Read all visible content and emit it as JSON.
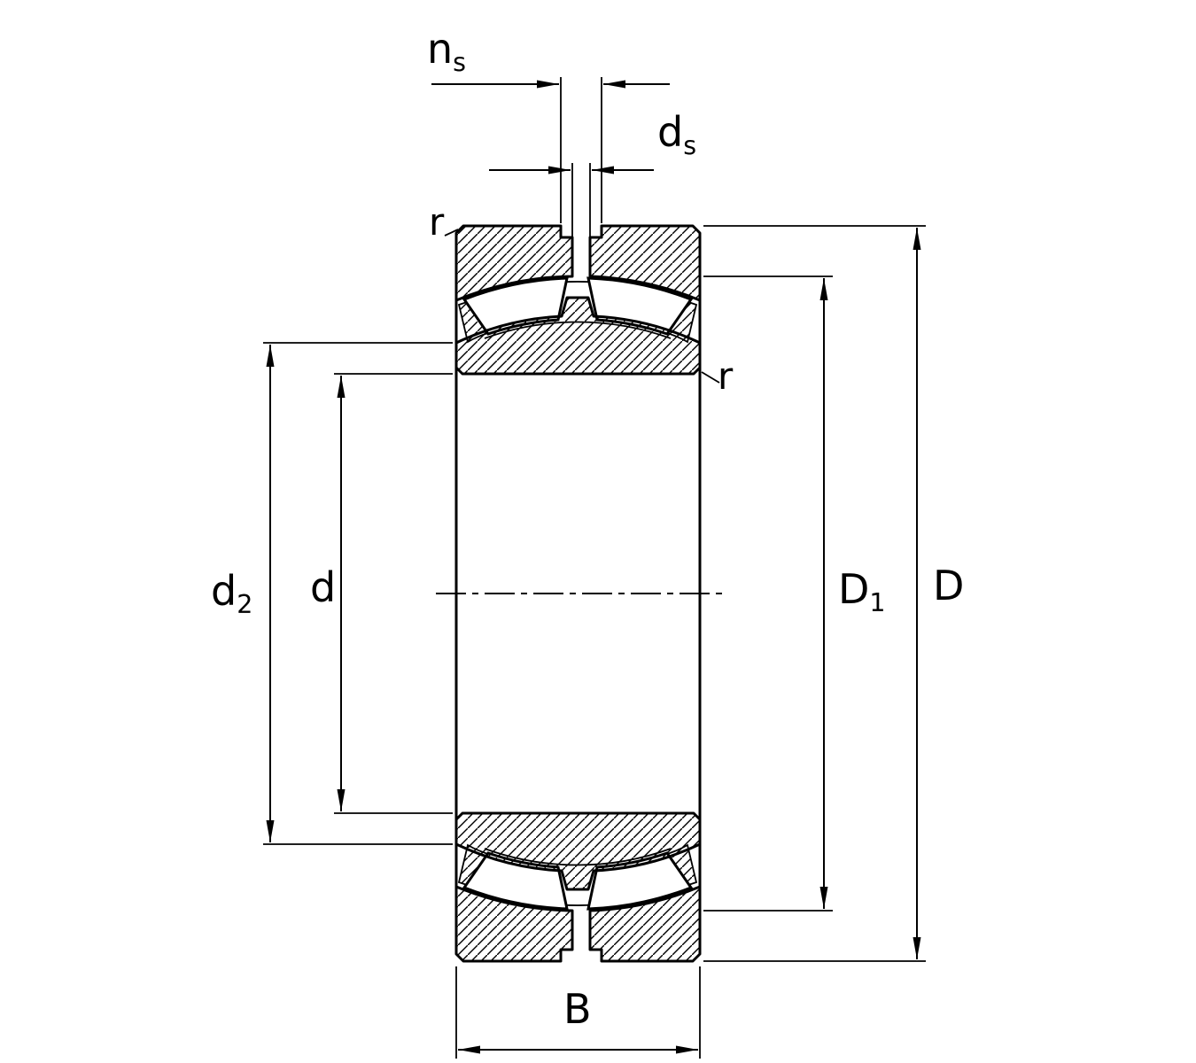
{
  "drawing": {
    "kind": "spherical-roller-bearing-cross-section",
    "background": "#ffffff",
    "line_color": "#000000",
    "dimensions": {
      "ns": {
        "base": "n",
        "sub": "s"
      },
      "ds": {
        "base": "d",
        "sub": "s"
      },
      "r_outer": {
        "base": "r",
        "sub": ""
      },
      "r_inner": {
        "base": "r",
        "sub": ""
      },
      "d2": {
        "base": "d",
        "sub": "2"
      },
      "d": {
        "base": "d",
        "sub": ""
      },
      "D1": {
        "base": "D",
        "sub": "1"
      },
      "D": {
        "base": "D",
        "sub": ""
      },
      "B": {
        "base": "B",
        "sub": ""
      }
    }
  }
}
